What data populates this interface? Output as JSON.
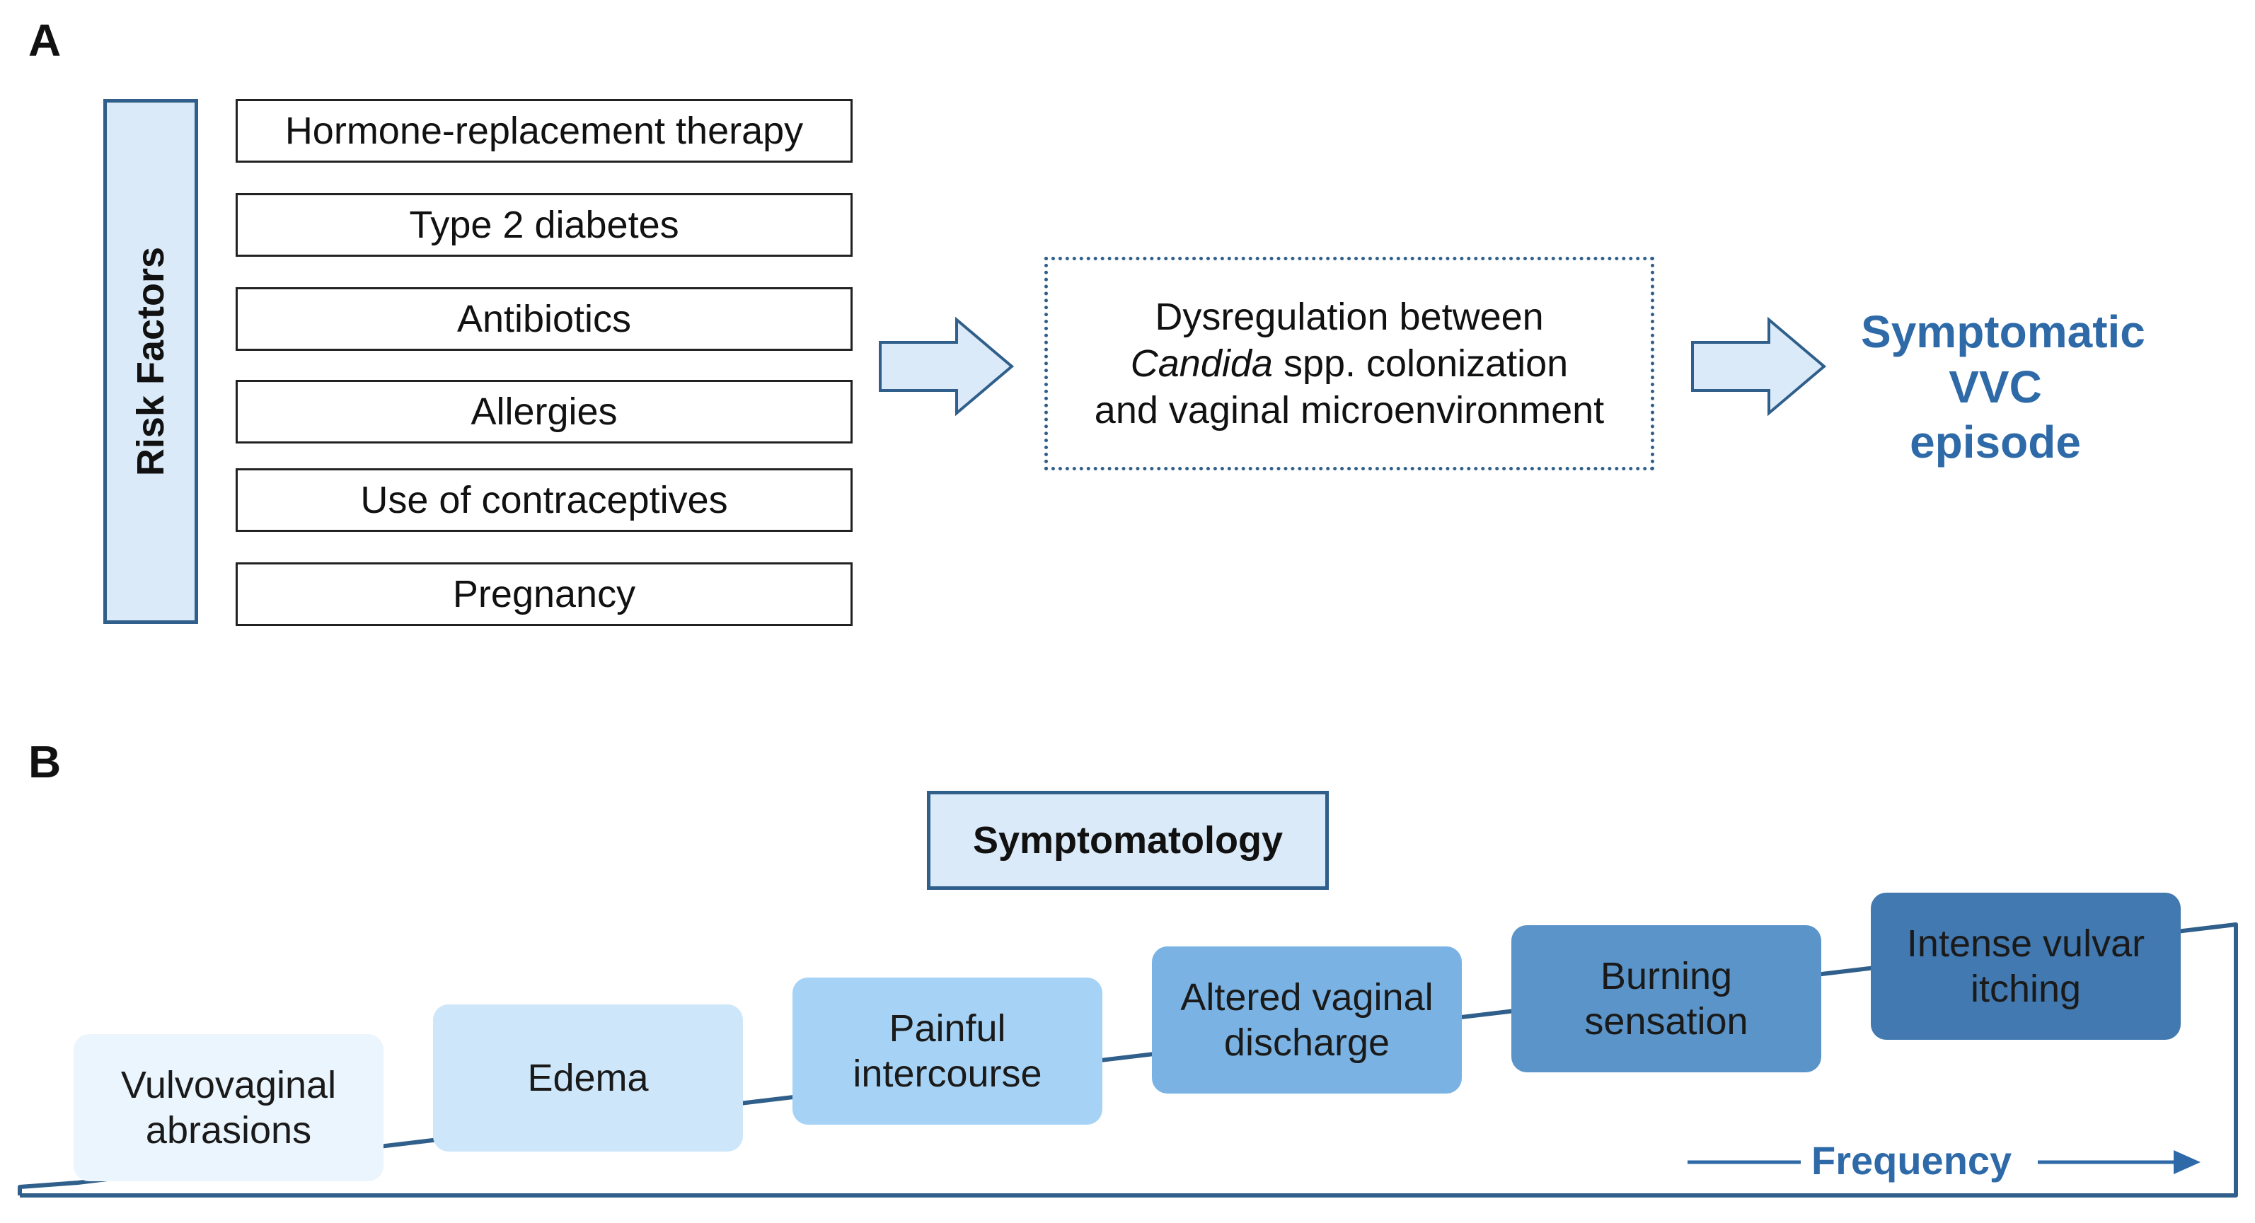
{
  "panel_a": {
    "letter": "A",
    "risk_factors_label": "Risk Factors",
    "risk_factors": [
      "Hormone-replacement therapy",
      "Type 2 diabetes",
      "Antibiotics",
      "Allergies",
      "Use of contraceptives",
      "Pregnancy"
    ],
    "dysregulation": {
      "line1": "Dysregulation between",
      "line2_italic": "Candida",
      "line2_rest": " spp. colonization",
      "line3": "and vaginal microenvironment"
    },
    "outcome": {
      "line1": "Symptomatic",
      "line2": "VVC episode"
    }
  },
  "panel_b": {
    "letter": "B",
    "title": "Symptomatology",
    "symptoms": [
      {
        "line1": "Vulvovaginal",
        "line2": "abrasions",
        "color": "#eaf5fd"
      },
      {
        "line1": "Edema",
        "line2": "",
        "color": "#cde6f9"
      },
      {
        "line1": "Painful",
        "line2": "intercourse",
        "color": "#a6d3f5"
      },
      {
        "line1": "Altered vaginal",
        "line2": "discharge",
        "color": "#7ab3e3"
      },
      {
        "line1": "Burning",
        "line2": "sensation",
        "color": "#5a94c8"
      },
      {
        "line1": "Intense vulvar",
        "line2": "itching",
        "color": "#4279b0"
      }
    ],
    "frequency_label": "Frequency"
  },
  "colors": {
    "accent": "#2f6aa8",
    "border": "#2f5f8a",
    "light_fill": "#dbeaf8"
  }
}
